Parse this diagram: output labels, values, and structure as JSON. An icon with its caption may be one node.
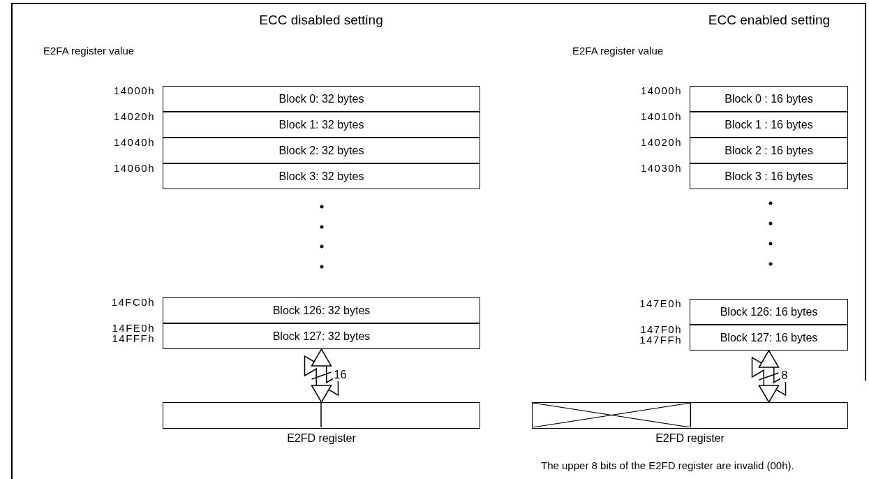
{
  "diagram": {
    "nodes": [
      {
        "text": [
          "Block 0: 32 bytes"
        ],
        "beside": [
          "14000h"
        ]
      },
      {
        "text": [
          "Block 1: 32 bytes"
        ],
        "beside": [
          "14020h"
        ]
      },
      {
        "text": [
          "Block 2: 32 bytes"
        ],
        "beside": [
          "14040h"
        ]
      },
      {
        "text": [
          "Block 3: 32 bytes"
        ],
        "beside": [
          "14060h"
        ]
      },
      {
        "text": [
          "Block 126: 32 bytes"
        ],
        "beside": [
          "14FC0h"
        ]
      },
      {
        "text": [
          "Block 127: 32 bytes"
        ],
        "beside": [
          "14FE0h",
          "14FFFh"
        ]
      },
      {
        "text": [
          "E2FD register"
        ]
      },
      {
        "text": [
          "Block 0 : 16 bytes"
        ],
        "beside": [
          "14000h"
        ]
      },
      {
        "text": [
          "Block 1 : 16 bytes"
        ],
        "beside": [
          "14010h"
        ]
      },
      {
        "text": [
          "Block 2 : 16 bytes"
        ],
        "beside": [
          "14020h"
        ]
      },
      {
        "text": [
          "Block 3 : 16 bytes"
        ],
        "beside": [
          "14030h"
        ]
      },
      {
        "text": [
          "Block 126: 16 bytes"
        ],
        "beside": [
          "147E0h"
        ]
      },
      {
        "text": [
          "Block 127: 16 bytes"
        ],
        "beside": [
          "147F0h",
          "147FFh"
        ]
      },
      {
        "text": [
          "E2FD register"
        ]
      }
    ],
    "edges": [
      {
        "from": 5,
        "to": 6,
        "arrow": "both",
        "label": "16"
      },
      {
        "from": 12,
        "to": 13,
        "arrow": "both",
        "label": "8"
      }
    ],
    "labels": [
      "ECC disabled setting",
      "ECC enabled setting",
      "E2FA register value",
      "E2FA register value",
      "The upper 8 bits of the E2FD register are invalid (00h)."
    ]
  }
}
